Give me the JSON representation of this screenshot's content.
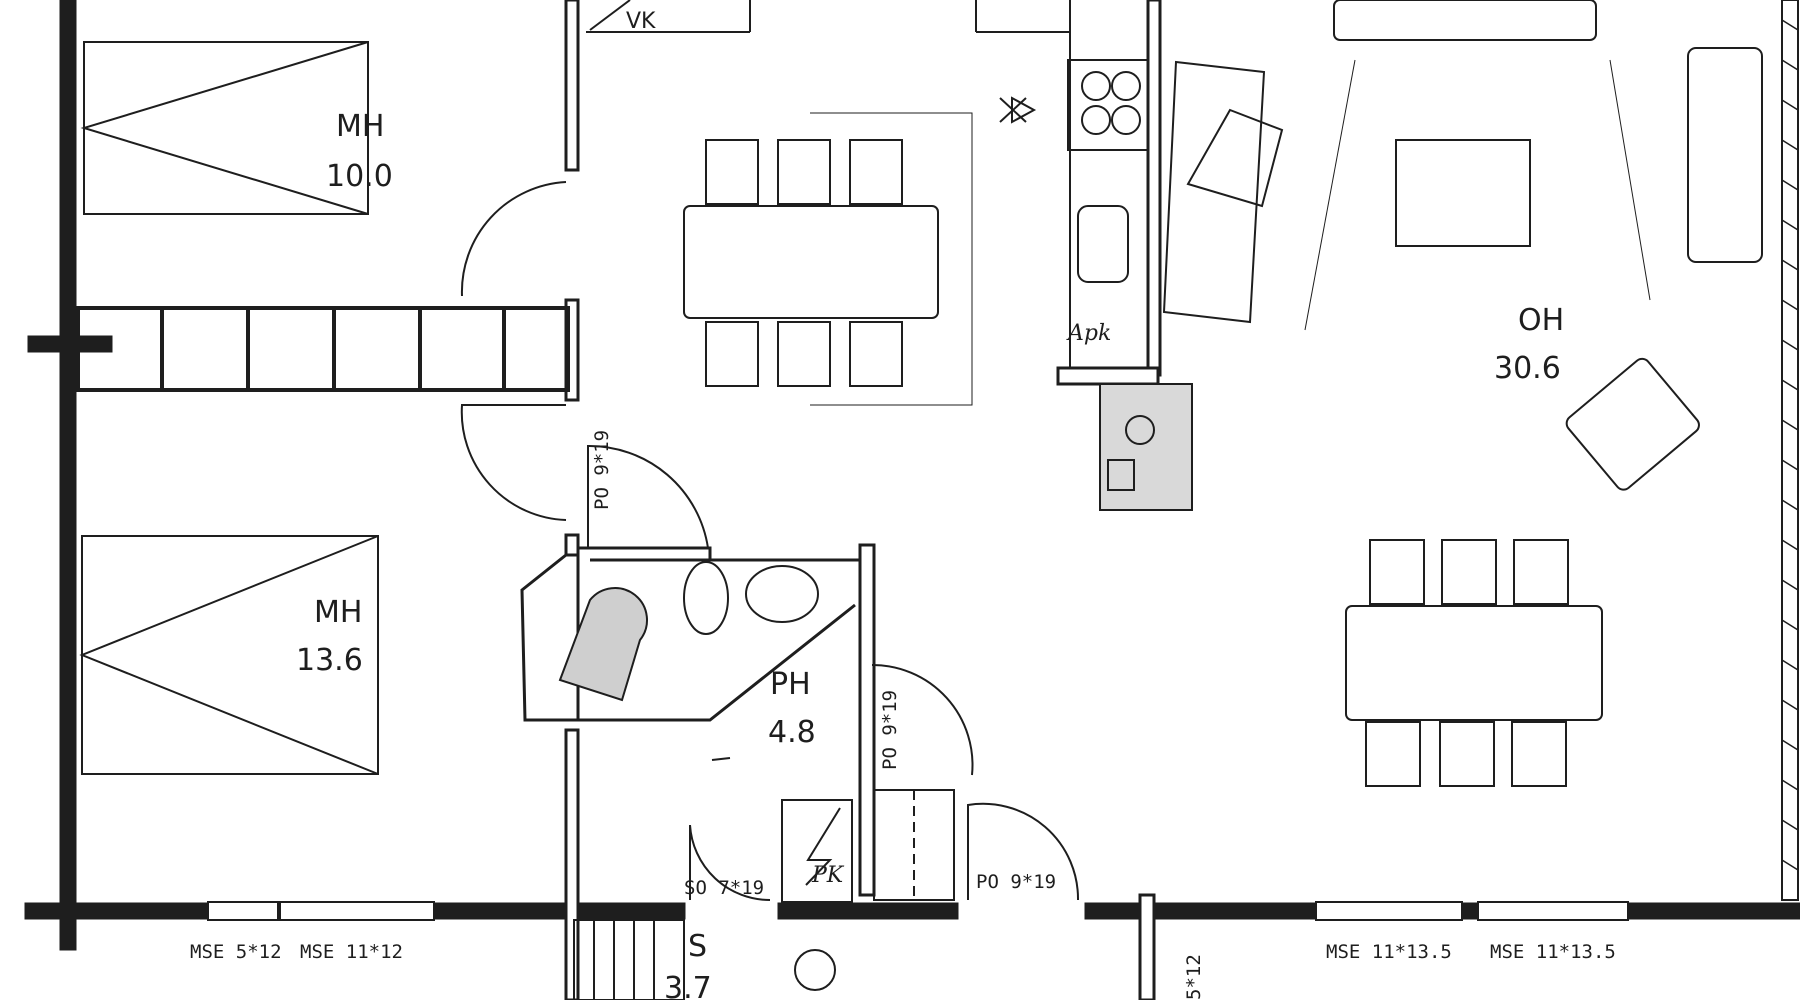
{
  "rooms": {
    "mh_top": {
      "code": "MH",
      "area": "10.0"
    },
    "mh_bottom": {
      "code": "MH",
      "area": "13.6"
    },
    "ph": {
      "code": "PH",
      "area": "4.8"
    },
    "oh": {
      "code": "OH",
      "area": "30.6"
    },
    "s": {
      "code": "S",
      "area": "3.7"
    }
  },
  "annotations": {
    "vk": "VK",
    "apk": "Apk",
    "pk": "PK"
  },
  "doors": {
    "po_hall": "PO 9*19",
    "po_ph": "PO 9*19",
    "so": "SO 7*19",
    "po_entry": "PO 9*19"
  },
  "windows": {
    "w1": "MSE 5*12",
    "w2": "MSE 11*12",
    "w3": "MSE 11*13.5",
    "w4": "MSE 11*13.5",
    "w5": "5*12"
  }
}
